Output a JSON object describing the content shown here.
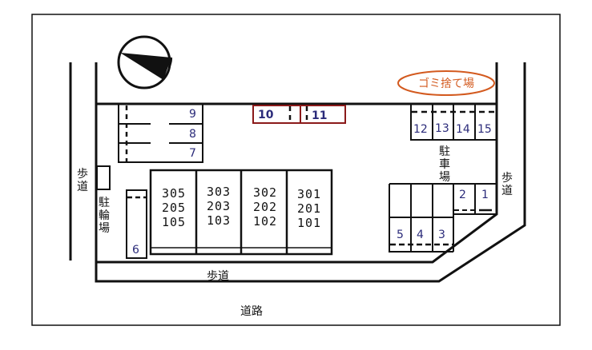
{
  "colors": {
    "line": "#111111",
    "number": "#2b2b7a",
    "highlight": "#8b1a1a",
    "garbage": "#d35a1f"
  },
  "labels": {
    "sidewalk_left": [
      "歩",
      "道"
    ],
    "sidewalk_right": [
      "歩",
      "道"
    ],
    "sidewalk_bottom": "歩道",
    "road": "道路",
    "bicycle_parking": [
      "駐",
      "輪",
      "場"
    ],
    "car_parking": [
      "駐",
      "車",
      "場"
    ],
    "garbage": "ゴミ捨て場"
  },
  "icons": {
    "compass": "north-arrow-icon"
  },
  "parking_spaces": {
    "p1": "1",
    "p2": "2",
    "p3": "3",
    "p4": "4",
    "p5": "5",
    "p6": "6",
    "p7": "7",
    "p8": "8",
    "p9": "9",
    "p10": "10",
    "p11": "11",
    "p12": "12",
    "p13": "13",
    "p14": "14",
    "p15": "15"
  },
  "building_units": [
    [
      "305",
      "205",
      "105"
    ],
    [
      "303",
      "203",
      "103"
    ],
    [
      "302",
      "202",
      "102"
    ],
    [
      "301",
      "201",
      "101"
    ]
  ]
}
